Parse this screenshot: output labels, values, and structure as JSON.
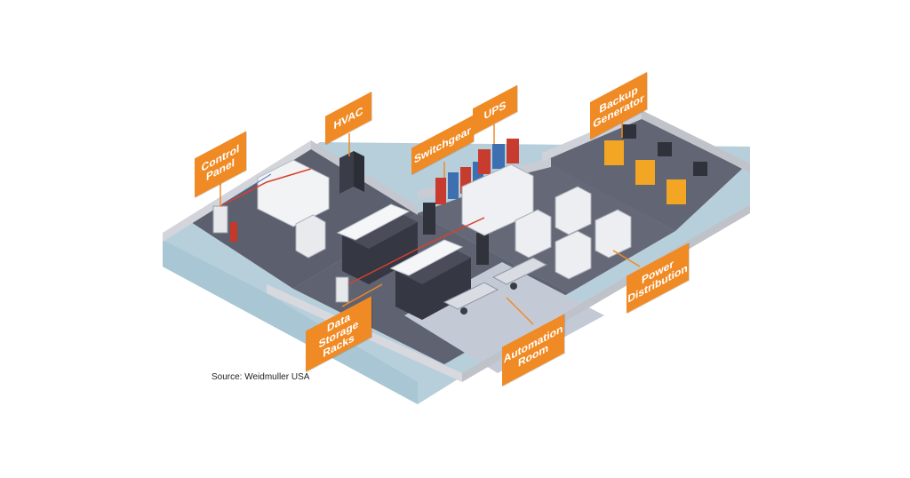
{
  "labels": {
    "hvac": "HVAC",
    "control_panel": "Control\nPanel",
    "switchgear": "Switchgear",
    "ups": "UPS",
    "backup_generator": "Backup\nGenerator",
    "power_distribution": "Power\nDistribution",
    "data_storage_racks": "Data Storage\nRacks",
    "automation_room": "Automation\nRoom"
  },
  "source": "Source: Weidmuller USA",
  "colors": {
    "accent": "#f08a24",
    "floor": "#5f6270",
    "wall": "#d3d5db",
    "water": "#a9c6d4",
    "pipe": "#d9402c"
  }
}
